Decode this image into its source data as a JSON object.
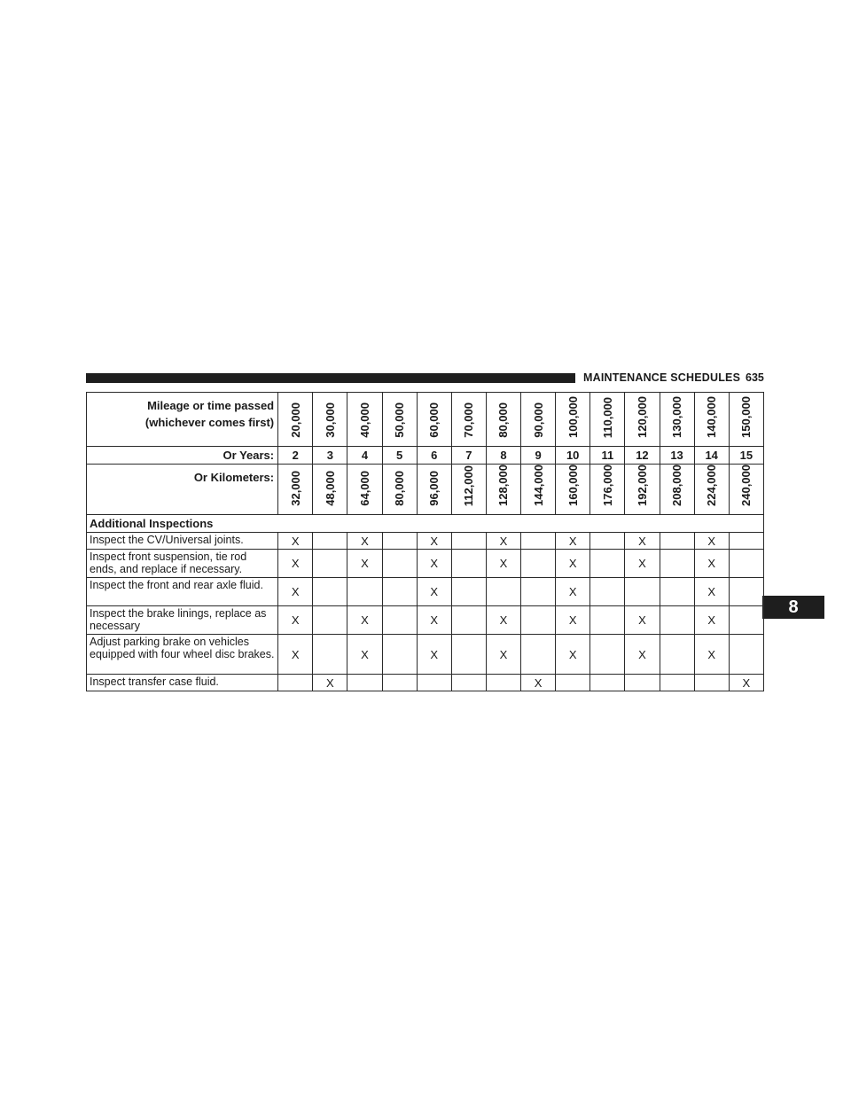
{
  "header": {
    "title": "MAINTENANCE SCHEDULES",
    "page_number": "635"
  },
  "chapter_tab": "8",
  "table": {
    "mileage_label_line1": "Mileage or time passed",
    "mileage_label_line2": "(whichever comes first)",
    "mileage": [
      "20,000",
      "30,000",
      "40,000",
      "50,000",
      "60,000",
      "70,000",
      "80,000",
      "90,000",
      "100,000",
      "110,000",
      "120,000",
      "130,000",
      "140,000",
      "150,000"
    ],
    "years_label": "Or Years:",
    "years": [
      "2",
      "3",
      "4",
      "5",
      "6",
      "7",
      "8",
      "9",
      "10",
      "11",
      "12",
      "13",
      "14",
      "15"
    ],
    "km_label": "Or Kilometers:",
    "kilometers": [
      "32,000",
      "48,000",
      "64,000",
      "80,000",
      "96,000",
      "112,000",
      "128,000",
      "144,000",
      "160,000",
      "176,000",
      "192,000",
      "208,000",
      "224,000",
      "240,000"
    ],
    "section_title": "Additional Inspections",
    "rows": [
      {
        "label": "Inspect the CV/Universal joints.",
        "marks": [
          "X",
          "",
          "X",
          "",
          "X",
          "",
          "X",
          "",
          "X",
          "",
          "X",
          "",
          "X",
          ""
        ]
      },
      {
        "label": "Inspect front suspension, tie rod ends, and replace if necessary.",
        "marks": [
          "X",
          "",
          "X",
          "",
          "X",
          "",
          "X",
          "",
          "X",
          "",
          "X",
          "",
          "X",
          ""
        ]
      },
      {
        "label": "Inspect the front and rear axle fluid.",
        "marks": [
          "X",
          "",
          "",
          "",
          "X",
          "",
          "",
          "",
          "X",
          "",
          "",
          "",
          "X",
          ""
        ]
      },
      {
        "label": "Inspect the brake linings, replace as necessary",
        "marks": [
          "X",
          "",
          "X",
          "",
          "X",
          "",
          "X",
          "",
          "X",
          "",
          "X",
          "",
          "X",
          ""
        ]
      },
      {
        "label": "Adjust parking brake on vehicles equipped with four wheel disc brakes.",
        "marks": [
          "X",
          "",
          "X",
          "",
          "X",
          "",
          "X",
          "",
          "X",
          "",
          "X",
          "",
          "X",
          ""
        ]
      },
      {
        "label": "Inspect transfer case fluid.",
        "marks": [
          "",
          "X",
          "",
          "",
          "",
          "",
          "",
          "X",
          "",
          "",
          "",
          "",
          "",
          "X"
        ]
      }
    ]
  }
}
